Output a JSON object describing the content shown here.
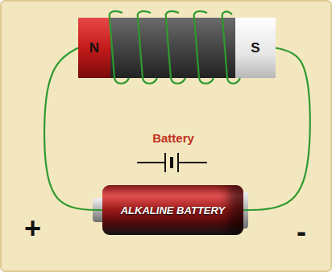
{
  "diagram": {
    "nodes": [
      {
        "text": [
          "N"
        ]
      },
      {
        "text": [
          "S"
        ]
      },
      {
        "text": [
          "ALKALINE BATTERY"
        ]
      }
    ],
    "edges": [
      {
        "from": 2,
        "to": 0,
        "arrow": "none"
      },
      {
        "from": 2,
        "to": 1,
        "arrow": "none"
      }
    ],
    "labels": [
      "Battery",
      "+",
      "-"
    ]
  }
}
